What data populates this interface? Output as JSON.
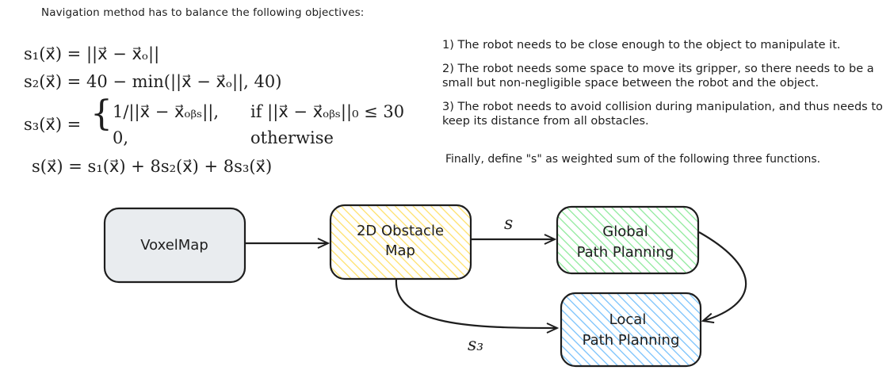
{
  "intro": "Navigation method has to balance the following objectives:",
  "formulas": {
    "f1": "s₁(x⃗) = ||x⃗ − x⃗ₒ||",
    "f2": "s₂(x⃗) = 40 − min(||x⃗ − x⃗ₒ||, 40)",
    "f3_lhs": "s₃(x⃗) =",
    "f3_case1": "1/||x⃗ − x⃗ₒᵦₛ||,",
    "f3_cond1": "if ||x⃗ − x⃗ₒᵦₛ||₀ ≤ 30",
    "f3_case2": "0,",
    "f3_cond2": "otherwise",
    "f4": "s(x⃗) = s₁(x⃗) + 8s₂(x⃗) + 8s₃(x⃗)"
  },
  "notes": [
    "1) The robot needs to be close enough to the object to manipulate it.",
    "2) The robot needs some space to move its gripper, so there needs to be a small but non-negligible space between the robot and the object.",
    "3) The robot needs to avoid collision during manipulation, and thus needs to keep its distance from all obstacles."
  ],
  "final": "Finally, define \"s\" as weighted sum of the following three functions.",
  "nodes": {
    "voxelmap": "VoxelMap",
    "obstacle_line1": "2D Obstacle",
    "obstacle_line2": "Map",
    "global_line1": "Global",
    "global_line2": "Path Planning",
    "local_line1": "Local",
    "local_line2": "Path Planning"
  },
  "edges": {
    "s_label": "s",
    "s3_label": "s₃"
  },
  "colors": {
    "voxel_fill": "#e9ecef",
    "obstacle_fill": "#ffec99",
    "global_fill": "#b2f2bb",
    "local_fill": "#a5d8ff",
    "stroke": "#1e1e1e"
  }
}
